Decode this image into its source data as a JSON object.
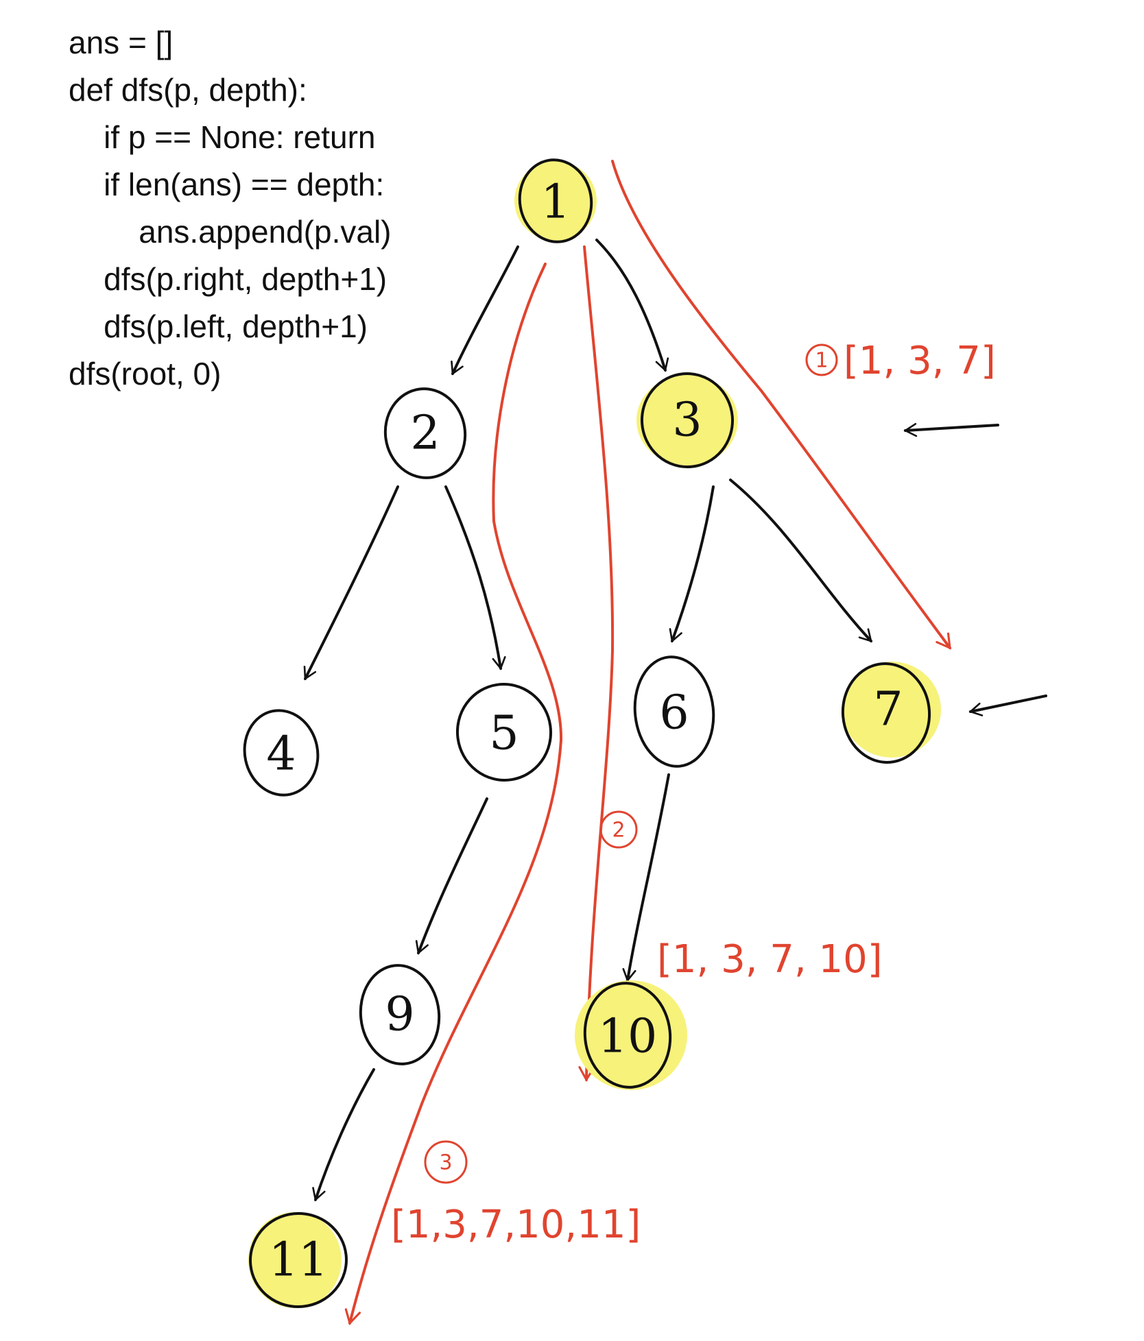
{
  "code": {
    "lines": [
      "ans = []",
      "def dfs(p, depth):",
      "    if p == None: return",
      "    if len(ans) == depth:",
      "        ans.append(p.val)",
      "    dfs(p.right, depth+1)",
      "    dfs(p.left, depth+1)",
      "dfs(root, 0)"
    ]
  },
  "tree": {
    "nodes": [
      {
        "id": "n1",
        "label": "1",
        "highlighted": true
      },
      {
        "id": "n2",
        "label": "2",
        "highlighted": false
      },
      {
        "id": "n3",
        "label": "3",
        "highlighted": true
      },
      {
        "id": "n4",
        "label": "4",
        "highlighted": false
      },
      {
        "id": "n5",
        "label": "5",
        "highlighted": false
      },
      {
        "id": "n6",
        "label": "6",
        "highlighted": false
      },
      {
        "id": "n7",
        "label": "7",
        "highlighted": true
      },
      {
        "id": "n9",
        "label": "9",
        "highlighted": false
      },
      {
        "id": "n10",
        "label": "10",
        "highlighted": true
      },
      {
        "id": "n11",
        "label": "11",
        "highlighted": true
      }
    ],
    "edges": [
      [
        "n1",
        "n2"
      ],
      [
        "n1",
        "n3"
      ],
      [
        "n2",
        "n4"
      ],
      [
        "n2",
        "n5"
      ],
      [
        "n3",
        "n6"
      ],
      [
        "n3",
        "n7"
      ],
      [
        "n5",
        "n9"
      ],
      [
        "n6",
        "n10"
      ],
      [
        "n9",
        "n11"
      ]
    ]
  },
  "annotations": {
    "path1": {
      "step": "1",
      "text": "[1, 3, 7]"
    },
    "path2": {
      "step": "2",
      "text": "[1, 3, 7, 10]"
    },
    "path3": {
      "step": "3",
      "text": "[1,3,7,10,11]"
    }
  },
  "colors": {
    "ink": "#111111",
    "highlight": "#f7f27a",
    "annotation": "#e0442f"
  }
}
